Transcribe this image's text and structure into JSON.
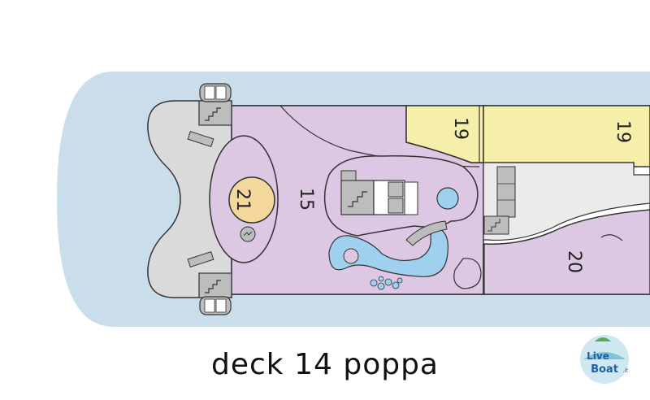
{
  "caption": "deck 14 poppa",
  "zones": [
    {
      "id": "21",
      "label": "21"
    },
    {
      "id": "15",
      "label": "15"
    },
    {
      "id": "19a",
      "label": "19"
    },
    {
      "id": "19b",
      "label": "19"
    },
    {
      "id": "20",
      "label": "20"
    }
  ],
  "logo": {
    "line1": "Live",
    "line2": "Boat",
    "suffix": ".it"
  },
  "colors": {
    "sea": "#c9ddeb",
    "deck": "#ffffff",
    "lounge": "#dcc8e2",
    "restaurant": "#f6efaa",
    "bar": "#f4d79a",
    "stairs": "#bdbdbd",
    "corridor": "#e6e6e6",
    "pool": "#9fd1ee"
  }
}
